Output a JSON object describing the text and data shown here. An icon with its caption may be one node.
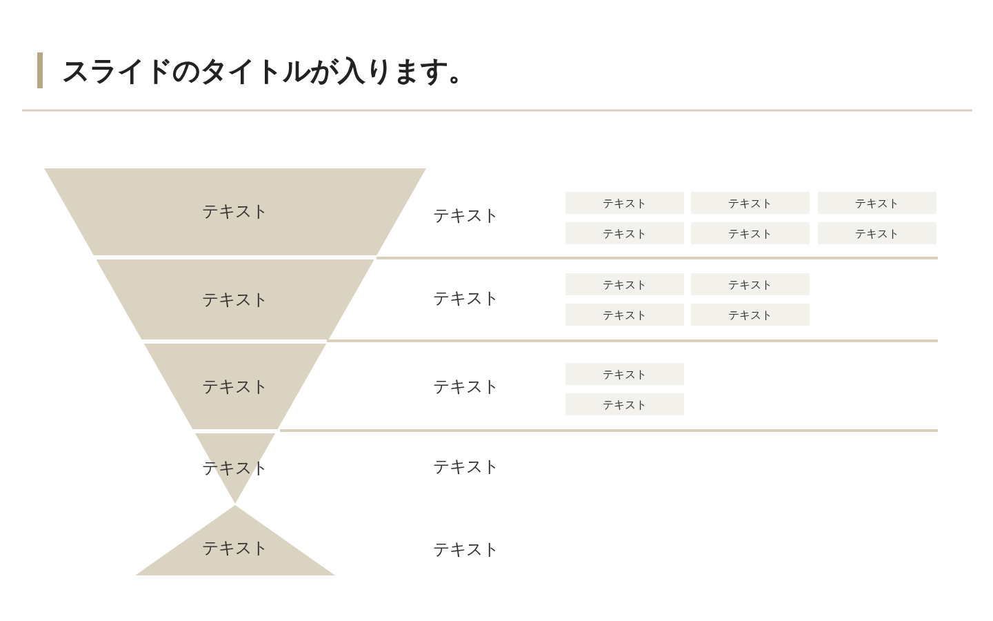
{
  "diagram": {
    "title": "スライドのタイトルが入ります。",
    "nodes": [
      {
        "text": [
          "テキスト"
        ]
      },
      {
        "text": [
          "テキスト"
        ]
      },
      {
        "text": [
          "テキスト"
        ]
      },
      {
        "text": [
          "テキスト"
        ]
      },
      {
        "text": [
          "テキスト"
        ]
      },
      {
        "text": [
          "テキスト"
        ]
      },
      {
        "text": [
          "テキスト"
        ]
      },
      {
        "text": [
          "テキスト"
        ]
      },
      {
        "text": [
          "テキスト"
        ]
      },
      {
        "text": [
          "テキスト"
        ]
      },
      {
        "text": [
          "テキスト"
        ]
      },
      {
        "text": [
          "テキスト"
        ]
      },
      {
        "text": [
          "テキスト"
        ]
      },
      {
        "text": [
          "テキスト"
        ]
      },
      {
        "text": [
          "テキスト"
        ]
      },
      {
        "text": [
          "テキスト"
        ]
      },
      {
        "text": [
          "テキスト"
        ]
      }
    ],
    "labels": [
      "テキスト",
      "テキスト",
      "テキスト",
      "テキスト",
      "テキスト"
    ]
  }
}
